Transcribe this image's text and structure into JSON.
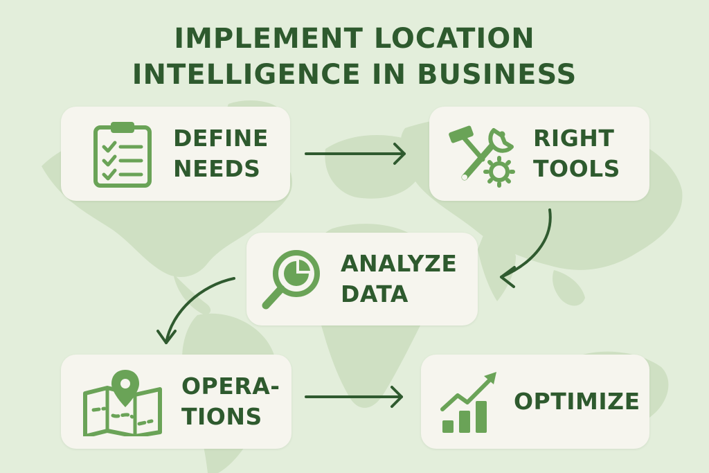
{
  "title": {
    "line1": "IMPLEMENT LOCATION",
    "line2": "INTELLIGENCE IN BUSINESS"
  },
  "steps": [
    {
      "line1": "DEFINE",
      "line2": "NEEDS",
      "icon": "clipboard-checklist-icon"
    },
    {
      "line1": "RIGHT",
      "line2": "TOOLS",
      "icon": "wrench-hammer-gear-icon"
    },
    {
      "line1": "ANALYZE",
      "line2": "DATA",
      "icon": "magnifier-pie-chart-icon"
    },
    {
      "line1": "OPERA-",
      "line2": "TIONS",
      "icon": "map-pin-icon"
    },
    {
      "line1": "OPTIMIZE",
      "line2": "",
      "icon": "growth-chart-icon"
    }
  ],
  "colors": {
    "background": "#e3eedb",
    "map": "#cfe0c3",
    "card": "#f6f5ee",
    "text": "#2e5a2e",
    "icon": "#6aa357",
    "arrow": "#2f5a2f"
  }
}
